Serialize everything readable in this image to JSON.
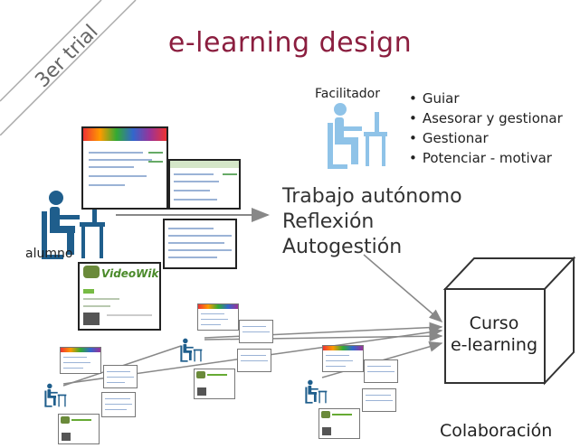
{
  "title": "e-learning design",
  "corner_label": "3er trial",
  "facilitator": {
    "label": "Facilitador",
    "roles": [
      "Guiar",
      "Asesorar y gestionar",
      "Gestionar",
      "Potenciar - motivar"
    ]
  },
  "student": {
    "label": "alumno"
  },
  "center_text": [
    "Trabajo autónomo",
    "Reflexión",
    "Autogestión"
  ],
  "course_box": {
    "line1": "Curso",
    "line2": "e-learning"
  },
  "collaboration_label": "Colaboración",
  "videowiki_logo": "VideoWiki",
  "colors": {
    "title": "#8b1e3f",
    "figure": "#1f5e8c",
    "facilitator_figure": "#8fc3e8",
    "arrow": "#888888"
  }
}
